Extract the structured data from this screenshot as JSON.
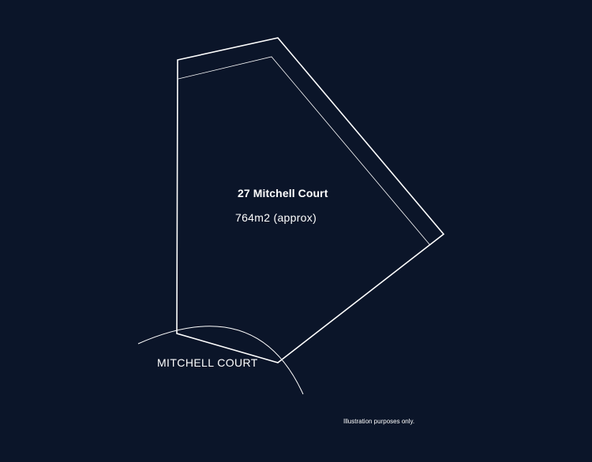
{
  "lot": {
    "address": "27 Mitchell Court",
    "area": "764m2 (approx)"
  },
  "street": {
    "name": "MITCHELL COURT"
  },
  "footer": {
    "disclaimer": "Illustration purposes only."
  },
  "colors": {
    "background": "#0b1529",
    "line": "#ffffff",
    "text": "#ffffff"
  }
}
